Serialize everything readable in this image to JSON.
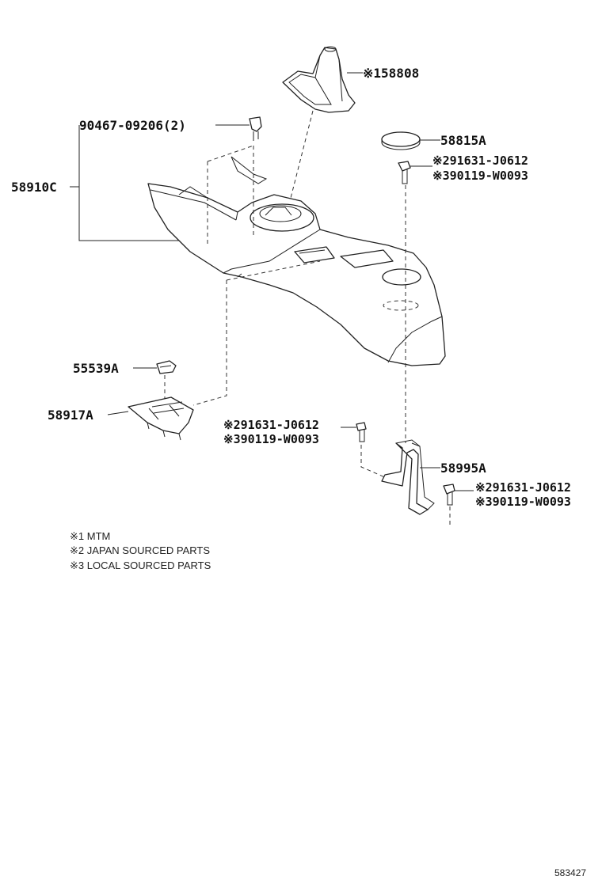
{
  "labels": {
    "boot": "※158808",
    "bolt_top": "90467-09206(2)",
    "console": "58910C",
    "plug": "58815A",
    "bolt_right_a": "※291631-J0612",
    "bolt_right_b": "※390119-W0093",
    "switch_cover": "55539A",
    "panel": "58917A",
    "bolt_mid_a": "※291631-J0612",
    "bolt_mid_b": "※390119-W0093",
    "bracket": "58995A",
    "bolt_low_a": "※291631-J0612",
    "bolt_low_b": "※390119-W0093"
  },
  "legend": [
    "※1 MTM",
    "※2 JAPAN SOURCED PARTS",
    "※3 LOCAL SOURCED PARTS"
  ],
  "diagram_code": "583427"
}
